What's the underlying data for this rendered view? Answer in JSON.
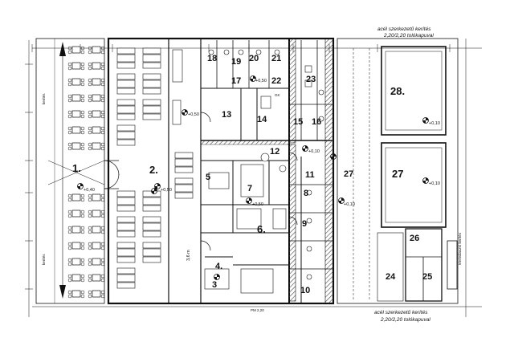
{
  "notes": {
    "top_right_line1": "acél szerkezetű kerítés",
    "top_right_line2": "2,20/2,20 tolókapuval",
    "bottom_right_line1": "acél szerkezetű kerítés",
    "bottom_right_line2": "2,20/2,20 tolókapuval",
    "dimension_36": "3,6 m",
    "side_right": "kerítés",
    "side_right2": "térelválasztó kerítés",
    "left_side_a": "kerítés",
    "left_side_b": "kerítés"
  },
  "level_marks": {
    "m1": "+0,40",
    "m2": "+0,50",
    "m3": "+0,50",
    "m4": "+0,50",
    "m5": "+0,10",
    "m6": "+0,10",
    "m7": "+0,10",
    "m8": "+0,10",
    "m9": "+0,50"
  },
  "rooms": {
    "r1": "1.",
    "r2": "2.",
    "r3": "3",
    "r4": "4.",
    "r5": "5",
    "r6": "6.",
    "r7": "7",
    "r8": "8",
    "r9": "9",
    "r10": "10",
    "r11": "11",
    "r12": "12",
    "r13": "13",
    "r14": "14",
    "r15": "15",
    "r16": "16",
    "r17": "17",
    "r18": "18",
    "r19": "19",
    "r20": "20",
    "r21": "21",
    "r22": "22",
    "r23": "23",
    "r24": "24",
    "r25": "25",
    "r26": "26",
    "r27": "27",
    "r28": "28.",
    "r29": "27"
  },
  "labels": {
    "gk": "GK",
    "pm": "PM 2,20"
  },
  "colors": {
    "line": "#111111",
    "hatch": "#555555",
    "bg": "#ffffff"
  }
}
